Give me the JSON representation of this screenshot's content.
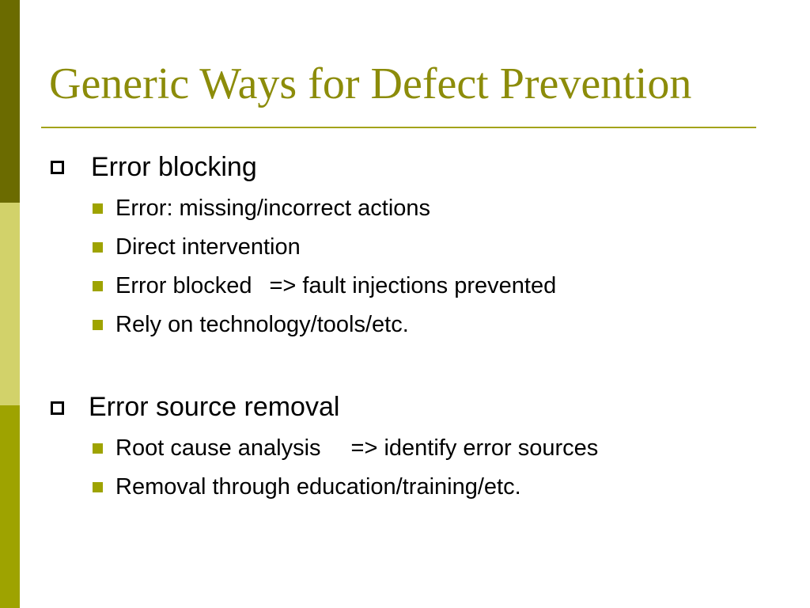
{
  "slide": {
    "title": "Generic Ways for Defect Prevention",
    "sections": [
      {
        "heading": "Error blocking",
        "items": [
          {
            "text": "Error: missing/incorrect actions"
          },
          {
            "text": "Direct intervention"
          },
          {
            "lead": "Error blocked",
            "tail": "=> fault injections prevented"
          },
          {
            "text": "Rely on technology/tools/etc."
          }
        ]
      },
      {
        "heading": "Error source removal",
        "items": [
          {
            "lead": "Root cause analysis",
            "tail": "=> identify error sources"
          },
          {
            "text": "Removal through education/training/etc."
          }
        ]
      }
    ]
  },
  "colors": {
    "title": "#8c8c0a",
    "rule": "#a3a31a",
    "stripe_top": "#6b6b00",
    "stripe_mid": "#d2d26a",
    "stripe_bottom": "#9ea300",
    "sub_bullet": "#9ea300"
  },
  "icons": {
    "level1_bullet": "hollow-square-bullet-icon",
    "level2_bullet": "solid-square-bullet-icon"
  }
}
